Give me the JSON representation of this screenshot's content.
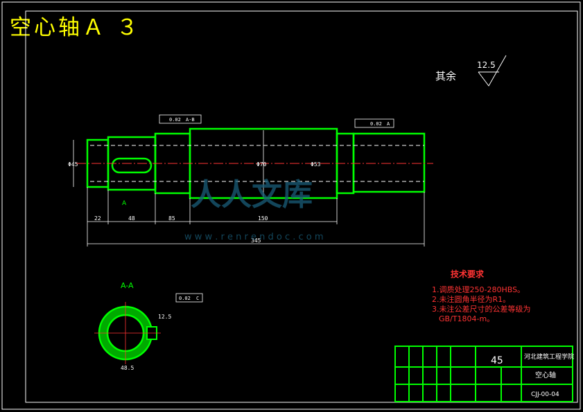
{
  "title": "空心轴Ａ ３",
  "roughness": {
    "label": "其余",
    "value": "12.5"
  },
  "tolerances": {
    "runout_top": "0.02",
    "datum_top": "A-B",
    "runout_right": "0.02",
    "datum_right": "A",
    "section_tol": "0.02",
    "section_datum": "C"
  },
  "dimensions": {
    "d1": "22",
    "d2": "48",
    "d3": "85",
    "d4": "150",
    "total": "345",
    "dia_left": "Φ45",
    "dia_mid": "Φ70",
    "dia_mid2": "Φ53",
    "section_width": "48.5",
    "section_height": "12.5"
  },
  "labels": {
    "section_name": "A-A",
    "arrow_A": "A",
    "watermark": "w w w . r e n r e n d o c . c o m",
    "watermark_logo": "人人文库"
  },
  "tech_req": {
    "heading": "技术要求",
    "lines": [
      "1.调质处理250-280HBS。",
      "2.未注圆角半径为R1。",
      "3.未注公差尺寸的公差等级为",
      "GB/T1804-m。"
    ]
  },
  "title_block": {
    "material": "45",
    "school": "河北建筑工程学院",
    "part_name": "空心轴",
    "drawing_no": "CJJ-00-04"
  }
}
